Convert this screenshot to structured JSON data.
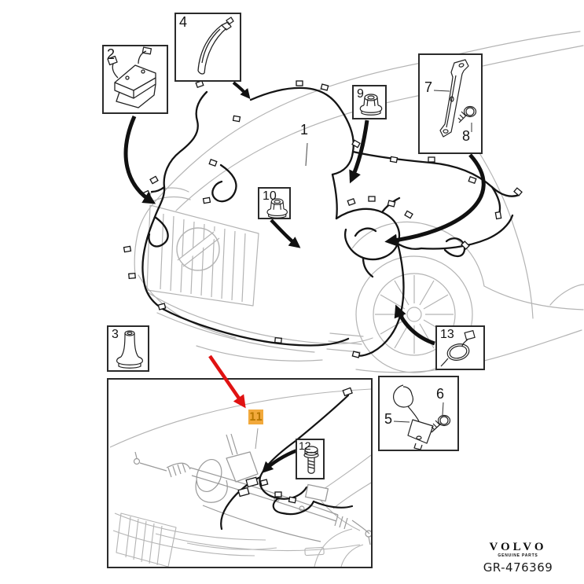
{
  "diagram": {
    "callouts": {
      "c1": {
        "label": "1"
      },
      "c2": {
        "label": "2"
      },
      "c3": {
        "label": "3"
      },
      "c4": {
        "label": "4"
      },
      "c5": {
        "label": "5"
      },
      "c6": {
        "label": "6"
      },
      "c7": {
        "label": "7"
      },
      "c8": {
        "label": "8"
      },
      "c9": {
        "label": "9"
      },
      "c10": {
        "label": "10"
      },
      "c11": {
        "label": "11"
      },
      "c12": {
        "label": "12"
      },
      "c13": {
        "label": "13"
      }
    },
    "highlight": {
      "label": "11",
      "bg_color": "#F2A93C",
      "text_color": "#B87700"
    },
    "pointer_color": "#E01212",
    "icons": {
      "c1": "main-wiring-harness",
      "c2": "control-module-with-pigtails",
      "c3": "rubber-grommet",
      "c4": "curved-trim-strip",
      "c5": "mounting-bracket",
      "c6": "flange-bolt",
      "c7": "support-bracket",
      "c8": "flange-bolt",
      "c9": "flange-nut",
      "c10": "flange-nut",
      "c11": "steering-gear-wiring-harness",
      "c12": "flange-bolt",
      "c13": "cable-loop-with-connector"
    }
  },
  "footer": {
    "brand": "VOLVO",
    "brand_sub": "GENUINE PARTS",
    "drawing_number": "GR-476369"
  }
}
